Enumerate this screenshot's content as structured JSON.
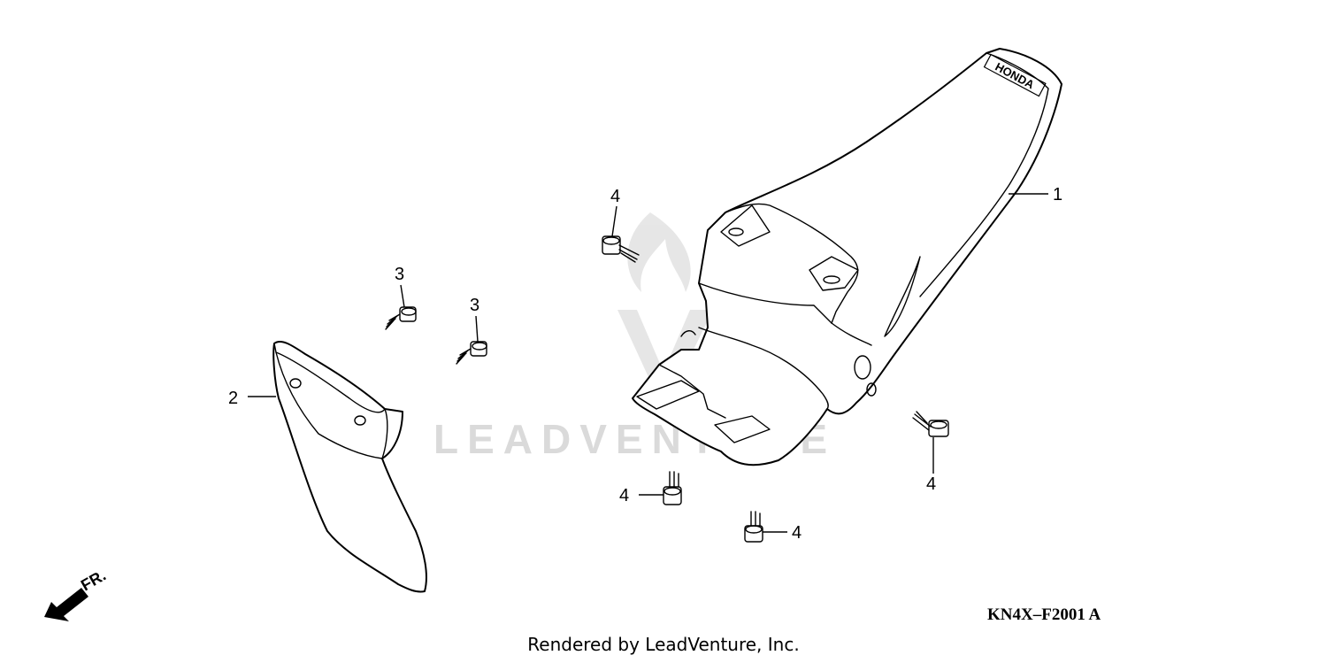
{
  "watermark": {
    "text": "LEADVENTURE"
  },
  "callouts": {
    "part_1": "1",
    "part_2": "2",
    "part_3a": "3",
    "part_3b": "3",
    "part_4a": "4",
    "part_4b": "4",
    "part_4c": "4",
    "part_4d": "4"
  },
  "fender_logo": "HONDA",
  "front_indicator": "FR.",
  "diagram_code": "KN4X–F2001 A",
  "footer": "Rendered by LeadVenture, Inc."
}
